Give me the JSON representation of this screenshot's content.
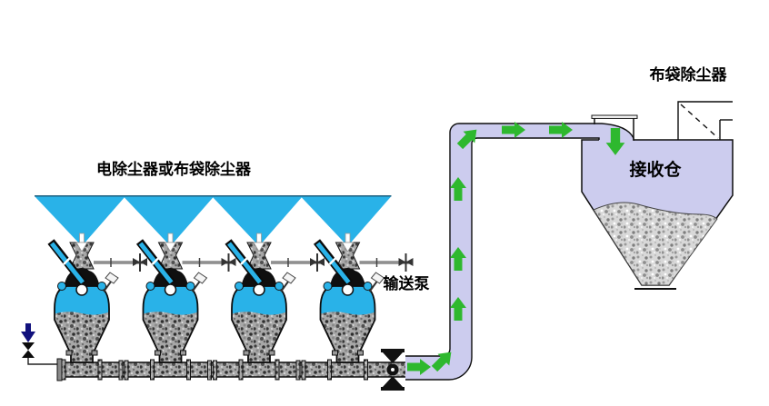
{
  "diagram": {
    "type": "pneumatic-conveying-process-flow",
    "labels": {
      "dust_collector_row": "电除尘器或布袋除尘器",
      "transfer_pump": "输送泵",
      "bag_dust_collector": "布袋除尘器",
      "receiving_bin": "接收仓"
    },
    "colors": {
      "hopper_cyan": "#29b2e8",
      "pipe_lavender": "#ccccee",
      "flow_arrow_green": "#2eb82e",
      "drain_arrow_navy": "#11117d",
      "valve_black": "#111111",
      "material_granite_dark": "#a8a8a8",
      "material_granite_light": "#d8d8d8",
      "outline": "#000000"
    },
    "pump_units": {
      "count": 4
    },
    "flow_arrows": {
      "count": 9,
      "direction_sequence": [
        "right",
        "up-right",
        "up",
        "up",
        "up",
        "up-right",
        "right",
        "right",
        "down"
      ]
    }
  }
}
